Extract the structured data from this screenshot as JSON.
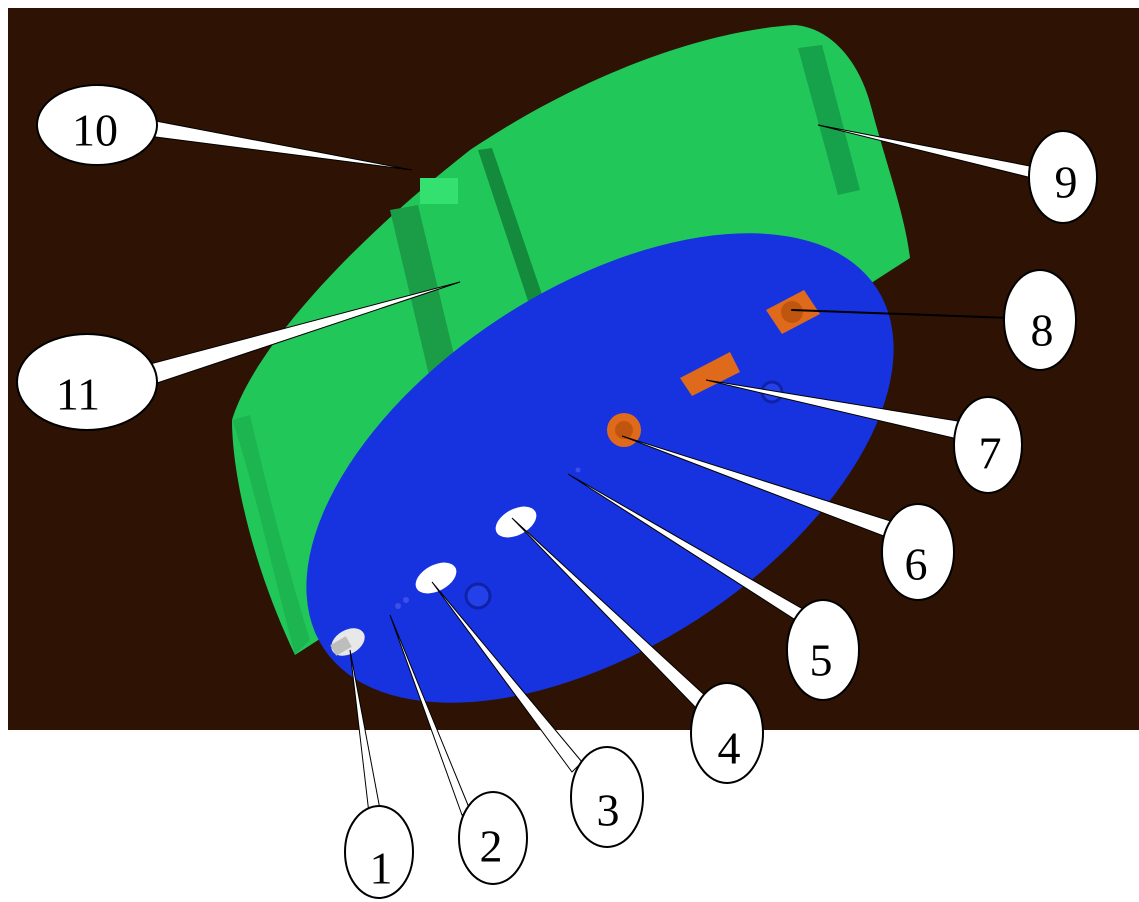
{
  "figure": {
    "background_color": "#2e1203",
    "part_colors": {
      "side_wall": "#22c75a",
      "bottom_face": "#1733e0",
      "orange_features": "#e06a1c",
      "white_features": "#ffffff"
    }
  },
  "callouts": [
    {
      "id": "1",
      "label": "1"
    },
    {
      "id": "2",
      "label": "2"
    },
    {
      "id": "3",
      "label": "3"
    },
    {
      "id": "4",
      "label": "4"
    },
    {
      "id": "5",
      "label": "5"
    },
    {
      "id": "6",
      "label": "6"
    },
    {
      "id": "7",
      "label": "7"
    },
    {
      "id": "8",
      "label": "8"
    },
    {
      "id": "9",
      "label": "9"
    },
    {
      "id": "10",
      "label": "10"
    },
    {
      "id": "11",
      "label": "11"
    }
  ]
}
